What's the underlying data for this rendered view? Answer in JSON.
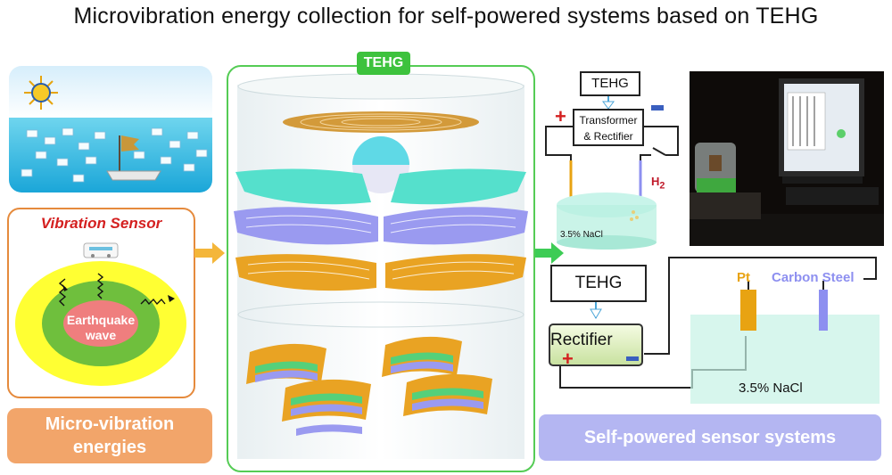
{
  "title": "Microvibration energy collection for self-powered systems based on TEHG",
  "left": {
    "vibration_sensor_title": "Vibration Sensor",
    "earthquake_label_line1": "Earthquake",
    "earthquake_label_line2": "wave",
    "micro_line1": "Micro-vibration",
    "micro_line2": "energies"
  },
  "center": {
    "badge": "TEHG"
  },
  "right": {
    "top_tehg": "TEHG",
    "transformer_line1": "Transformer",
    "transformer_line2": "& Rectifier",
    "h2": "H",
    "h2_sub": "2",
    "nacl_small": "3.5% NaCl",
    "mid_tehg": "TEHG",
    "rectifier": "Rectifier",
    "pt": "Pt",
    "carbon_steel": "Carbon Steel",
    "nacl_large": "3.5% NaCl",
    "self_powered": "Self-powered sensor systems",
    "plus": "+",
    "minus": "−"
  },
  "colors": {
    "sensor_title": "#d42020",
    "micro_box": "#f2a56a",
    "tehg_green": "#3dc23d",
    "self_box": "#b4b6f2",
    "pt": "#e8a312",
    "carbon_steel": "#8d8ff0",
    "h2": "#c01a2a"
  }
}
